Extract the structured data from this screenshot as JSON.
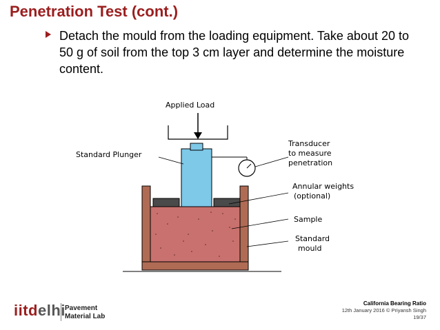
{
  "slide": {
    "title": "Penetration Test (cont.)",
    "bullet": "Detach the mould from the loading equipment. Take about 20 to 50 g of soil from the top 3 cm layer and determine the moisture content."
  },
  "diagram": {
    "label_load": "Applied Load",
    "label_plunger": "Standard Plunger",
    "label_transducer": "Transducer",
    "label_transducer2": "to measure",
    "label_transducer3": "penetration",
    "label_weights": "Annular weights",
    "label_weights2": "(optional)",
    "label_sample": "Sample",
    "label_mould": "Standard",
    "label_mould2": "mould"
  },
  "footer": {
    "logo_iitd": "iitd",
    "logo_elhi": "elhi",
    "lab_line1": "Pavement",
    "lab_line2": "Material Lab",
    "deck_title": "California Bearing Ratio",
    "date_author": "12th January 2016 © Priyansh Singh",
    "page": "19/37"
  },
  "colors": {
    "accent": "#9b1e1e",
    "plunger": "#7ec8e8",
    "sample": "#c9716e",
    "mould_wall": "#b06b55",
    "weights": "#4a4a4a"
  }
}
